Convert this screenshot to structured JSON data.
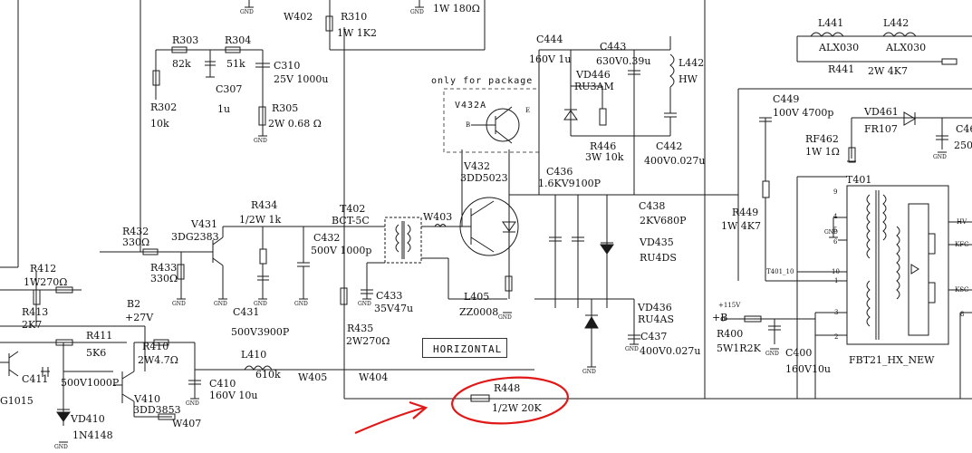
{
  "schematic": {
    "top_row": {
      "w402": "W402",
      "r310_name": "R310",
      "r310_value": "1W 1K2",
      "top_right_resistor": "1W 180Ω",
      "r303_name": "R303",
      "r303_value": "82k",
      "r304_name": "R304",
      "r304_value": "51k",
      "c310_name": "C310",
      "c310_value": "25V 1000u",
      "c307_name": "C307",
      "c307_value": "1u",
      "r302_name": "R302",
      "r302_value": "10k",
      "r305_name": "R305",
      "r305_value": "2W 0.68 Ω"
    },
    "driver": {
      "r412_name": "R412",
      "r412_value": "1W270Ω",
      "r413_name": "R413",
      "r413_value": "2K7",
      "r411_name": "R411",
      "r411_value": "5K6",
      "r432_name": "R432",
      "r432_value": "330Ω",
      "r433_name": "R433",
      "r433_value": "330Ω",
      "v431_name": "V431",
      "v431_value": "3DG2383",
      "b2_name": "B2",
      "b2_value": "+27V",
      "c431_value": "C431",
      "c431_rating": "500V3900P",
      "r410_name": "R410",
      "r410_value": "2W4.7Ω",
      "c411_name": "C411",
      "c411_value": "500V1000P",
      "v410_name": "V410",
      "v410_value": "3DD3853",
      "vd410_name": "VD410",
      "vd410_value": "1N4148",
      "left_edge": "G1015",
      "w407": "W407",
      "c410_name": "C410",
      "c410_value": "160V 10u",
      "l410_name": "L410",
      "l410_value": "610k",
      "w405": "W405",
      "w404": "W404"
    },
    "output_stage": {
      "r434_name": "R434",
      "r434_value": "1/2W 1k",
      "t402_name": "T402",
      "t402_value": "BCT-5C",
      "c432_name": "C432",
      "c432_value": "500V 1000p",
      "w403": "W403",
      "c433_name": "C433",
      "c433_value": "35V47u",
      "r435_name": "R435",
      "r435_value": "2W270Ω",
      "horizontal_label": "HORIZONTAL",
      "v432a_name": "V432A",
      "package_note": "only for package",
      "pin_b": "B",
      "pin_e": "E",
      "v432_name": "V432",
      "v432_value": "3DD5023",
      "l405_name": "L405",
      "l405_value": "ZZ0008",
      "r448_name": "R448",
      "r448_value": "1/2W 20K"
    },
    "flyback": {
      "c444_name": "C444",
      "c444_value": "160V 1u",
      "c443_name": "C443",
      "c443_value": "630V0.39u",
      "vd446_name": "VD446",
      "vd446_value": "RU3AM",
      "l442_name": "L442",
      "l442_value": "HW",
      "r446_name": "R446",
      "r446_value": "3W 10k",
      "c442_name": "C442",
      "c442_value": "400V0.027u",
      "c436_name": "C436",
      "c436_value": "1.6KV9100P",
      "c438_name": "C438",
      "c438_value": "2KV680P",
      "vd435_name": "VD435",
      "vd435_value": "RU4DS",
      "vd436_name": "VD436",
      "vd436_value": "RU4AS",
      "c437_name": "C437",
      "c437_value": "400V0.027u"
    },
    "fbt": {
      "l441_name": "L441",
      "l441_value": "ALX030",
      "l442b_name": "L442",
      "l442b_value": "ALX030",
      "r441_name": "R441",
      "r441_value": "2W 4K7",
      "c449_name": "C449",
      "c449_value": "100V 4700p",
      "vd461_name": "VD461",
      "vd461_value": "FR107",
      "c46_name": "C46",
      "c46_value": "250",
      "rf462_name": "RF462",
      "rf462_value": "1W 1Ω",
      "r449_name": "R449",
      "r449_value": "1W 4K7",
      "t401_name": "T401",
      "t401_10": "T401_10",
      "fbt_model": "FBT21_HX_NEW",
      "pin_hv": "HV",
      "pin_kfc": "KFC",
      "pin_ksc": "KSC",
      "supply_note": "+115V",
      "supply": "+B",
      "r400_name": "R400",
      "r400_value": "5W1R2K",
      "c400_name": "C400",
      "c400_value": "160V10u",
      "p9": "9",
      "p4": "4",
      "p5": "5",
      "p6": "6",
      "p10": "10",
      "p1": "1",
      "p3": "3",
      "p2": "2",
      "p8": "8"
    },
    "gnd_label": "GND",
    "colors": {
      "wire": "#1a1a1a",
      "highlight": "#e01818",
      "dash_box": "#555555"
    }
  }
}
